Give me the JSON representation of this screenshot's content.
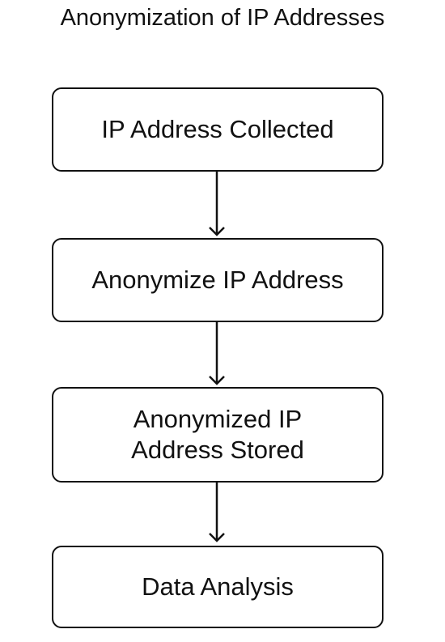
{
  "diagram": {
    "title": "Anonymization of IP Addresses",
    "steps": [
      {
        "label": "IP Address Collected"
      },
      {
        "label": "Anonymize IP Address"
      },
      {
        "label": "Anonymized IP\nAddress Stored"
      },
      {
        "label": "Data Analysis"
      }
    ],
    "colors": {
      "stroke": "#111111",
      "background": "#ffffff"
    }
  }
}
